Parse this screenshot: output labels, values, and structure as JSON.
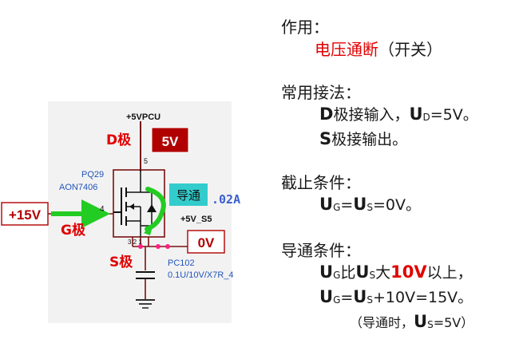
{
  "circuit": {
    "vcc_label": "+5VPCU",
    "d_pole": "D极",
    "d_voltage": "5V",
    "part_ref": "PQ29",
    "part_number": "AON7406",
    "conduct_badge": "导通",
    "current_label": ".02A",
    "input_voltage": "+15V",
    "g_pin": "4",
    "g_pole": "G极",
    "s_net": "+5V_S5",
    "s_voltage": "0V",
    "s_pole": "S极",
    "d_pin": "5",
    "s_pins": "3 2 1",
    "cap_ref": "PC102",
    "cap_value": "0.1U/10V/X7R_4"
  },
  "notes": {
    "function_title": "作用：",
    "function_desc": "电压通断",
    "function_paren": "（开关）",
    "usage_title": "常用接法：",
    "d_letter": "D",
    "d_rest_a": "极接输入，",
    "u_letter": "U",
    "d_sub": "D",
    "d_rest_b": "=5V。",
    "s_letter": "S",
    "s_rest": "极接输出。",
    "cutoff_title": "截止条件：",
    "g_sub": "G",
    "eq": "=",
    "s_sub": "S",
    "cutoff_tail": "=0V。",
    "on_title": "导通条件：",
    "bi": "比",
    "big_word": "大",
    "ten_v": "10V",
    "above": "以上，",
    "on_tail": "+10V=15V。",
    "note_a": "（导通时，",
    "note_b": "=5V）"
  },
  "colors": {
    "red": "#e00000",
    "dark_red": "#b00000",
    "teal": "#33cccc",
    "green": "#22cc22",
    "pink": "#ff2080",
    "blue": "#2255bb"
  }
}
